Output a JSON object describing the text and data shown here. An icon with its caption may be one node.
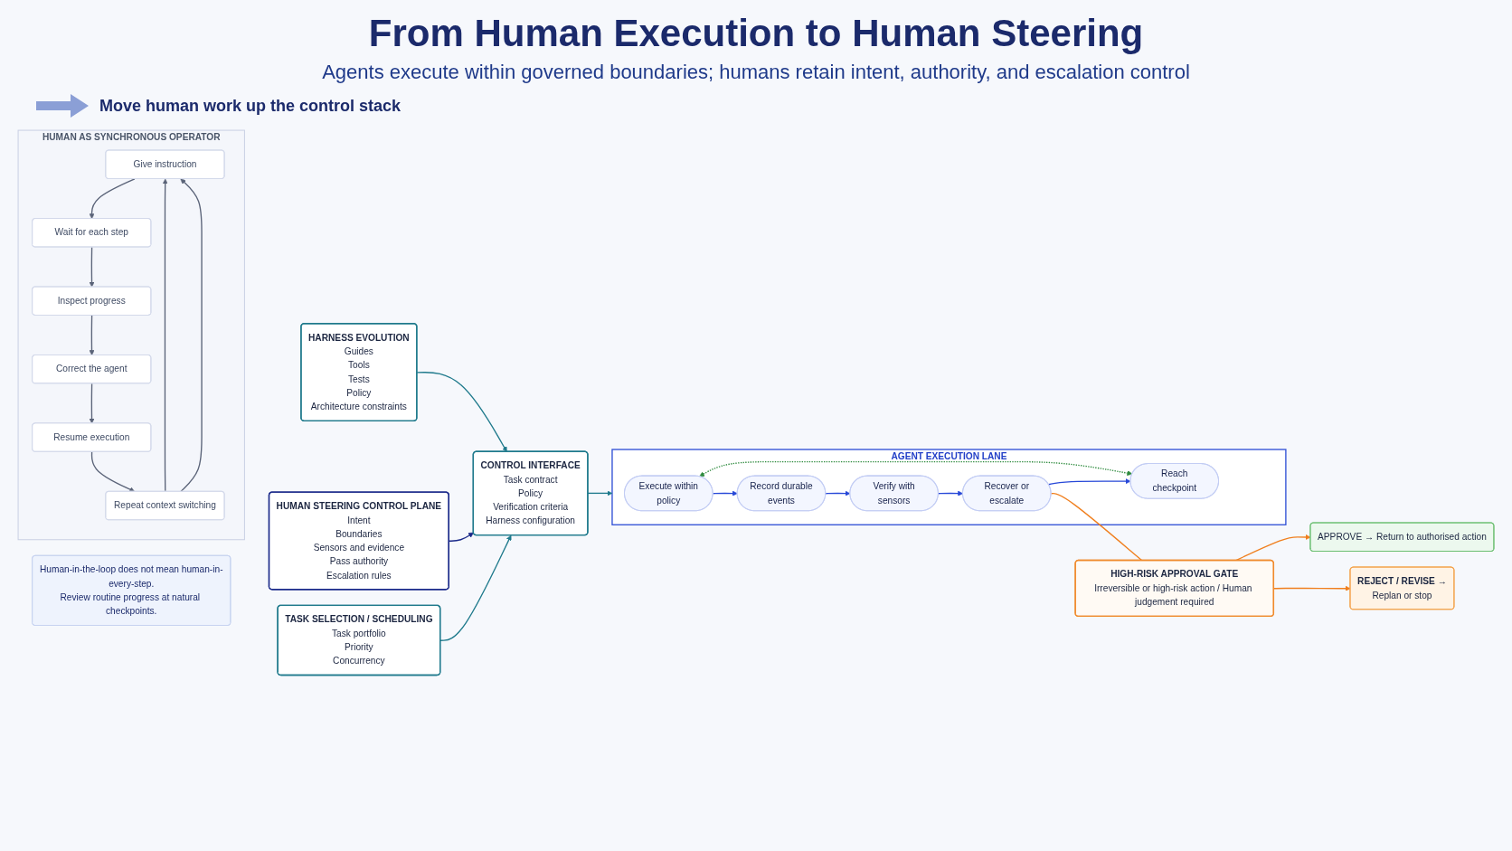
{
  "diagram": {
    "title": "From Human Execution to Human Steering",
    "nodes": [
      {
        "text": [
          "HUMAN AS SYNCHRONOUS OPERATOR"
        ]
      },
      {
        "text": [
          "Give instruction"
        ],
        "in": 0
      },
      {
        "text": [
          "Wait for each step"
        ],
        "in": 0
      },
      {
        "text": [
          "Inspect progress"
        ],
        "in": 0
      },
      {
        "text": [
          "Correct the agent"
        ],
        "in": 0
      },
      {
        "text": [
          "Resume execution"
        ],
        "in": 0
      },
      {
        "text": [
          "Repeat context switching"
        ],
        "in": 0
      },
      {
        "text": [
          "Human-in-the-loop does not mean human-in-every-step.",
          "Review routine progress at natural checkpoints."
        ]
      },
      {
        "text": [
          "TASK SELECTION / SCHEDULING",
          "Task portfolio",
          "Priority",
          "Concurrency"
        ]
      },
      {
        "text": [
          "HUMAN STEERING CONTROL PLANE",
          "Intent",
          "Boundaries",
          "Sensors and evidence",
          "Pass authority",
          "Escalation rules"
        ]
      },
      {
        "text": [
          "HARNESS EVOLUTION",
          "Guides",
          "Tools",
          "Tests",
          "Policy",
          "Architecture constraints"
        ]
      },
      {
        "text": [
          "CONTROL INTERFACE",
          "Task contract",
          "Policy",
          "Verification criteria",
          "Harness configuration"
        ]
      },
      {
        "text": [
          "AGENT EXECUTION LANE"
        ]
      },
      {
        "text": [
          "Execute within policy"
        ],
        "in": 12
      },
      {
        "text": [
          "Record durable events"
        ],
        "in": 12
      },
      {
        "text": [
          "Verify with sensors"
        ],
        "in": 12
      },
      {
        "text": [
          "Recover or escalate"
        ],
        "in": 12
      },
      {
        "text": [
          "Reach checkpoint"
        ],
        "in": 12
      },
      {
        "text": [
          "HIGH-RISK APPROVAL GATE",
          "Irreversible or high-risk action / Human judgement required"
        ]
      },
      {
        "text": [
          "APPROVE → Return to authorised action"
        ]
      },
      {
        "text": [
          "REJECT / REVISE →",
          "Replan or stop"
        ]
      }
    ],
    "edges": [
      {
        "from": 1,
        "to": 2,
        "arrow": "to"
      },
      {
        "from": 2,
        "to": 3,
        "arrow": "to"
      },
      {
        "from": 3,
        "to": 4,
        "arrow": "to"
      },
      {
        "from": 4,
        "to": 5,
        "arrow": "to"
      },
      {
        "from": 5,
        "to": 6,
        "arrow": "to"
      },
      {
        "from": 6,
        "to": 1,
        "arrow": "to"
      },
      {
        "from": 6,
        "to": 1,
        "arrow": "to"
      },
      {
        "from": 8,
        "to": 11,
        "arrow": "to",
        "color": "#1f7a8c"
      },
      {
        "from": 9,
        "to": 11,
        "arrow": "to",
        "color": "#1b2a8a"
      },
      {
        "from": 10,
        "to": 11,
        "arrow": "to",
        "color": "#1f7a8c"
      },
      {
        "from": 11,
        "to": 12,
        "arrow": "to",
        "color": "#1f7a8c"
      },
      {
        "from": 13,
        "to": 14,
        "arrow": "to",
        "color": "#2748d8"
      },
      {
        "from": 14,
        "to": 15,
        "arrow": "to",
        "color": "#2748d8"
      },
      {
        "from": 15,
        "to": 16,
        "arrow": "to",
        "color": "#2748d8"
      },
      {
        "from": 16,
        "to": 17,
        "arrow": "to",
        "color": "#2748d8"
      },
      {
        "from": 13,
        "to": 17,
        "arrow": "both",
        "style": "dashed",
        "color": "#2e8b3e"
      },
      {
        "from": 16,
        "to": 18,
        "arrow": "none",
        "color": "#f07f1e"
      },
      {
        "from": 18,
        "to": 19,
        "arrow": "to",
        "color": "#f07f1e"
      },
      {
        "from": 18,
        "to": 20,
        "arrow": "to",
        "color": "#f07f1e"
      }
    ],
    "labels": [
      "Agents execute within governed boundaries; humans retain intent, authority, and escalation control",
      "Move human work up the control stack"
    ]
  }
}
